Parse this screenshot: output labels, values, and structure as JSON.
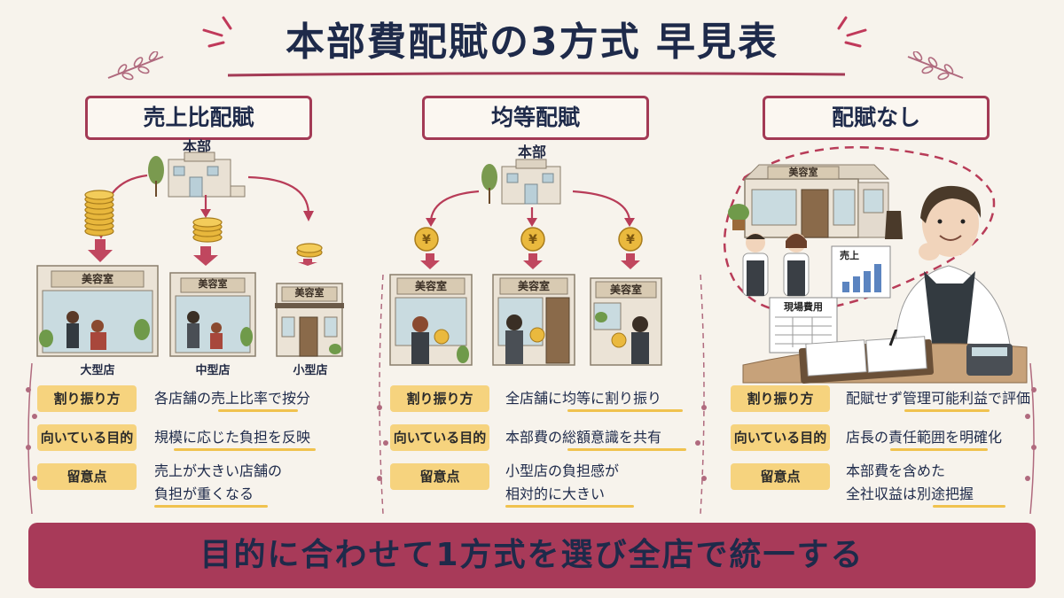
{
  "title": "本部費配賦の3方式 早見表",
  "methods": [
    {
      "name": "売上比配賦",
      "hq_label": "本部",
      "shop_sign": "美容室",
      "shops": [
        "大型店",
        "中型店",
        "小型店"
      ],
      "rows": [
        {
          "label": "割り振り方",
          "text": "各店舗の売上比率で按分"
        },
        {
          "label": "向いている目的",
          "text": "規模に応じた負担を反映"
        },
        {
          "label": "留意点",
          "text_line1": "売上が大きい店舗の",
          "text_line2": "負担が重くなる"
        }
      ]
    },
    {
      "name": "均等配賦",
      "hq_label": "本部",
      "shop_sign": "美容室",
      "rows": [
        {
          "label": "割り振り方",
          "text": "全店舗に均等に割り振り"
        },
        {
          "label": "向いている目的",
          "text": "本部費の総額意識を共有"
        },
        {
          "label": "留意点",
          "text_line1": "小型店の負担感が",
          "text_line2": "相対的に大きい"
        }
      ]
    },
    {
      "name": "配賦なし",
      "shop_sign": "美容室",
      "sales_board": "売上",
      "cost_board": "現場費用",
      "rows": [
        {
          "label": "割り振り方",
          "text": "配賦せず管理可能利益で評価"
        },
        {
          "label": "向いている目的",
          "text": "店長の責任範囲を明確化"
        },
        {
          "label": "留意点",
          "text_line1": "本部費を含めた",
          "text_line2": "全社収益は別途把握"
        }
      ]
    }
  ],
  "footer": "目的に合わせて1方式を選び全店で統一する",
  "colors": {
    "accent": "#a83a59",
    "highlight": "#f6d37e",
    "text": "#1e2a4a",
    "background": "#f7f3ec"
  },
  "coin_symbol": "¥"
}
